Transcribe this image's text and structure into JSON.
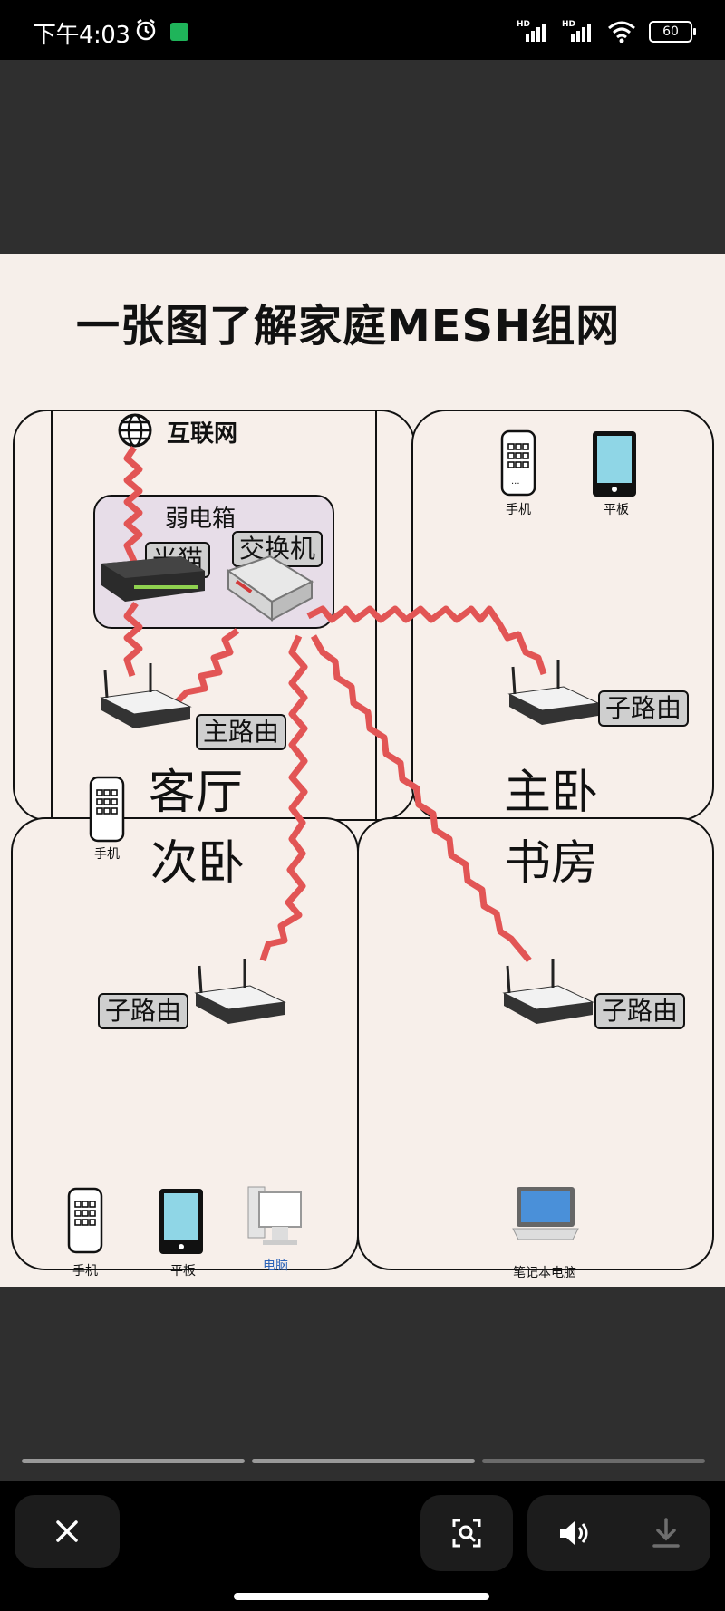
{
  "status": {
    "time": "下午4:03",
    "battery": "60",
    "signal_label": "HD"
  },
  "image": {
    "title": "一张图了解家庭MESH组网",
    "internet_label": "互联网",
    "weak_box_label": "弱电箱",
    "modem_label": "光猫",
    "switch_label": "交换机",
    "main_router_label": "主路由",
    "sub_router_label": "子路由",
    "rooms": {
      "living": "客厅",
      "master": "主卧",
      "second": "次卧",
      "study": "书房"
    },
    "devices": {
      "phone": "手机",
      "tablet": "平板",
      "computer": "电脑",
      "laptop": "笔记本电脑"
    },
    "colors": {
      "wire": "#e25555",
      "screen": "#8fd6e6",
      "box_fill": "#e7dde8"
    }
  },
  "controls": {
    "close_icon": "close-icon",
    "scan_icon": "scan-search-icon",
    "volume_icon": "volume-icon",
    "download_icon": "download-icon",
    "progress_segments": 3
  }
}
